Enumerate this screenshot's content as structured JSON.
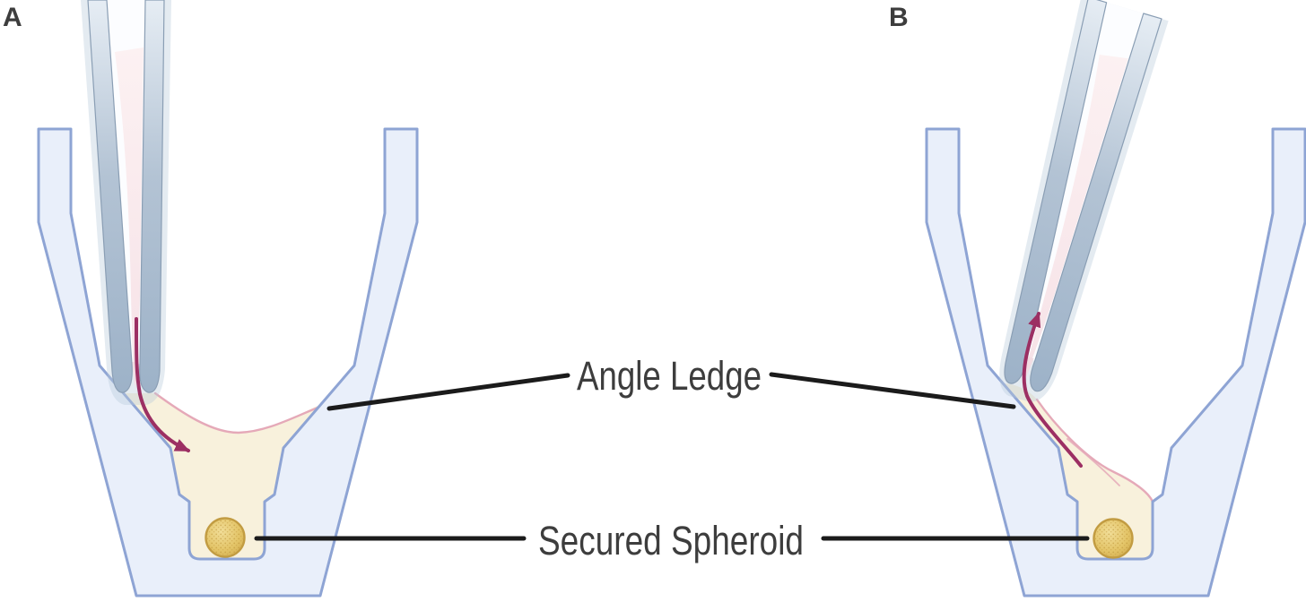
{
  "figure": {
    "panels": [
      {
        "letter": "A"
      },
      {
        "letter": "B"
      }
    ],
    "labels": {
      "angle_ledge": "Angle Ledge",
      "secured_spheroid": "Secured Spheroid"
    },
    "colors": {
      "well_fill": "#e9effa",
      "well_stroke": "#8ea4d4",
      "pipette_wall_edge": "#8a9eb4",
      "pipette_sheath": "#b9cadb",
      "media_fill": "#f8f1dc",
      "media_stroke": "#e5a9b8",
      "flow_arrow": "#9c2f63",
      "spheroid_edge": "#c29c42",
      "callout_line": "#1b1b1b",
      "label_text": "#3d3d3d"
    }
  }
}
